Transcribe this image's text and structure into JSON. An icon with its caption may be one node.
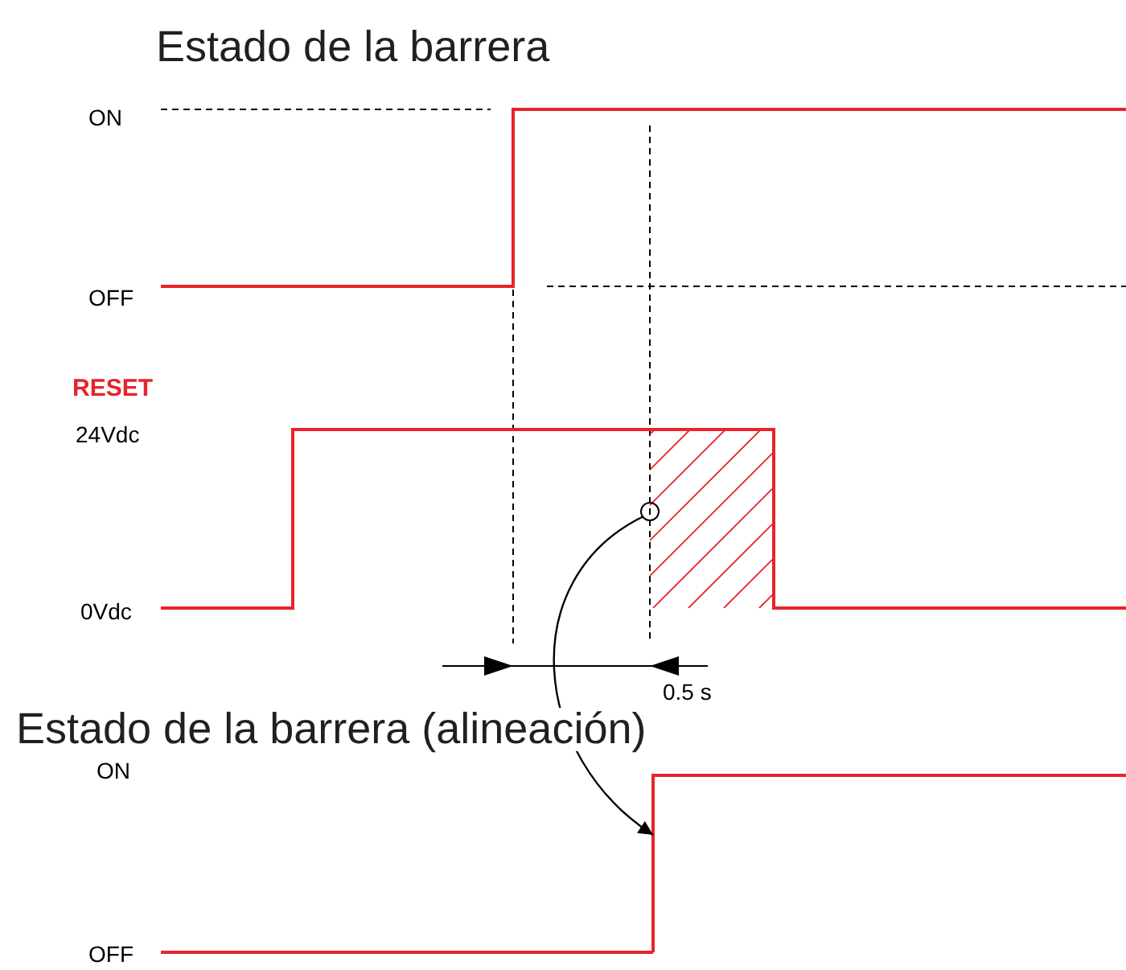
{
  "diagram": {
    "nodes": [
      {
        "text": [],
        "shape": "circle"
      },
      {
        "text": [],
        "shape": "line"
      }
    ],
    "edges": [
      {
        "from": 0,
        "to": 1,
        "arrow": "to"
      }
    ],
    "labels": [
      "Estado de la barrera",
      "ON",
      "OFF",
      "RESET",
      "24Vdc",
      "0Vdc",
      "0.5 s",
      "Estado de la barrera (alineación)",
      "ON",
      "OFF"
    ]
  }
}
